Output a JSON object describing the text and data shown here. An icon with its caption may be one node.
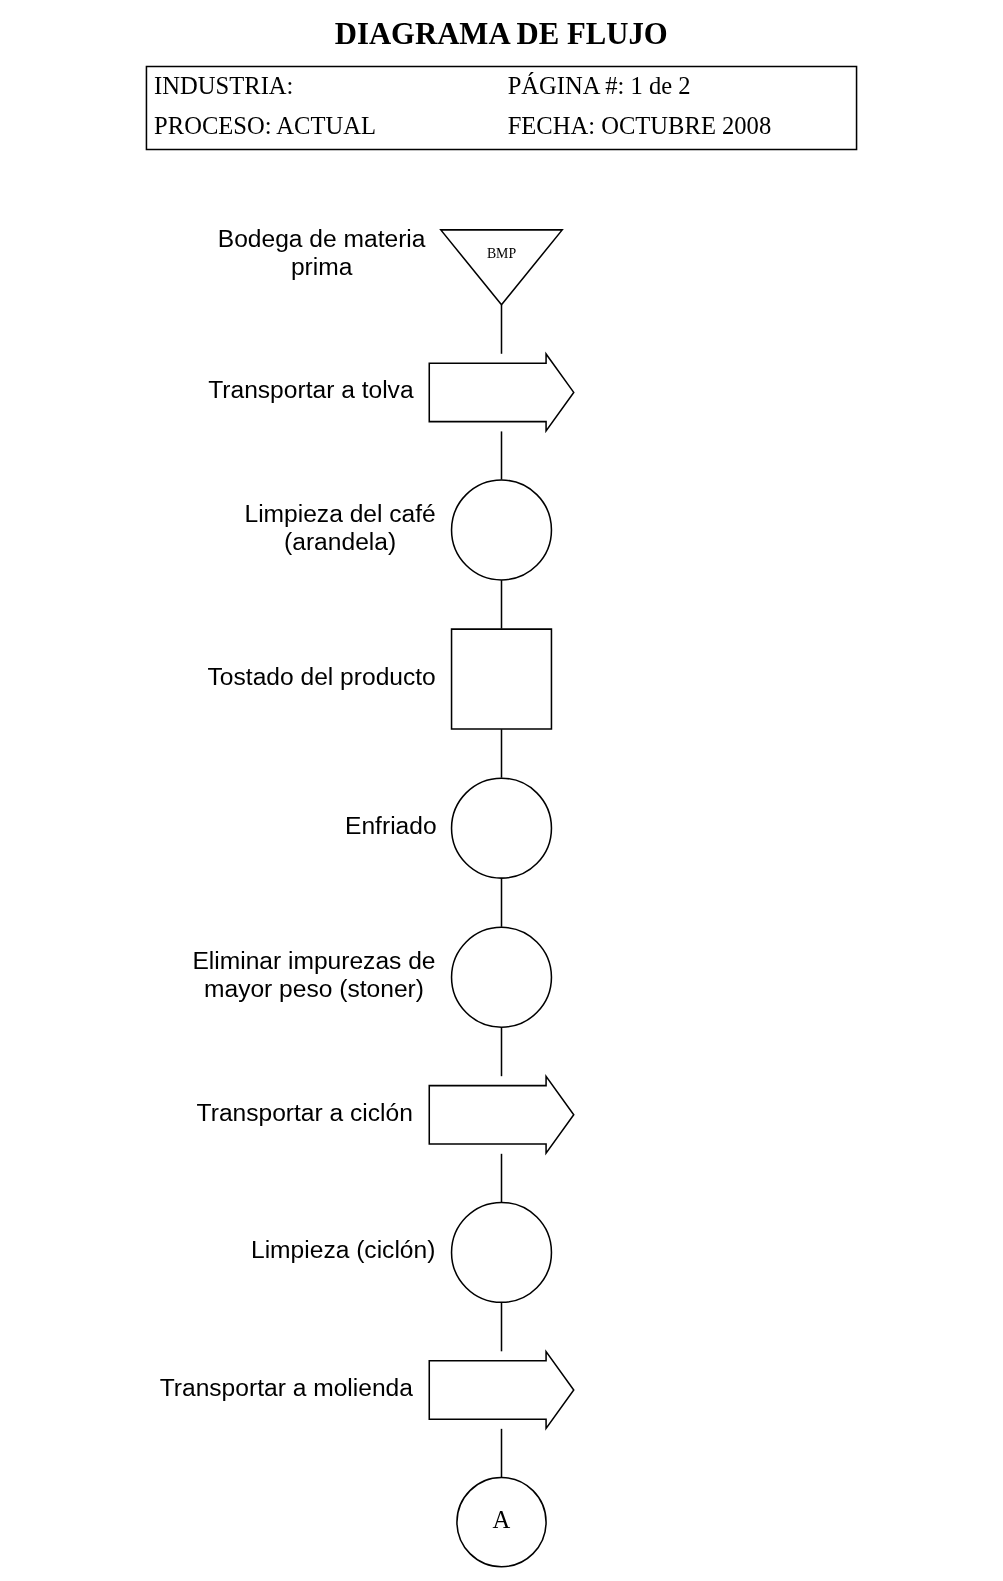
{
  "diagram": {
    "title": "DIAGRAMA DE FLUJO",
    "nodes": [
      {
        "text": [
          "BMP"
        ],
        "beside": [
          "Bodega de materia prima"
        ]
      },
      {
        "text": [],
        "shape": "arrow",
        "beside": [
          "Transportar a tolva"
        ]
      },
      {
        "text": [],
        "shape": "circle",
        "beside": [
          "Limpieza del café (arandela)"
        ]
      },
      {
        "text": [],
        "shape": "box",
        "beside": [
          "Tostado del producto"
        ]
      },
      {
        "text": [],
        "shape": "circle",
        "beside": [
          "Enfriado"
        ]
      },
      {
        "text": [],
        "shape": "circle",
        "beside": [
          "Eliminar impurezas de mayor peso (stoner)"
        ]
      },
      {
        "text": [],
        "shape": "arrow",
        "beside": [
          "Transportar a ciclón"
        ]
      },
      {
        "text": [],
        "shape": "circle",
        "beside": [
          "Limpieza (ciclón)"
        ]
      },
      {
        "text": [],
        "shape": "arrow",
        "beside": [
          "Transportar a molienda"
        ]
      },
      {
        "text": [
          "A"
        ]
      }
    ],
    "edges": [
      {
        "from": 0,
        "to": 1,
        "arrow": "none"
      },
      {
        "from": 1,
        "to": 2,
        "arrow": "none"
      },
      {
        "from": 2,
        "to": 3,
        "arrow": "none"
      },
      {
        "from": 3,
        "to": 4,
        "arrow": "none"
      },
      {
        "from": 4,
        "to": 5,
        "arrow": "none"
      },
      {
        "from": 5,
        "to": 6,
        "arrow": "none"
      },
      {
        "from": 6,
        "to": 7,
        "arrow": "none"
      },
      {
        "from": 7,
        "to": 8,
        "arrow": "none"
      },
      {
        "from": 8,
        "to": 9,
        "arrow": "none"
      }
    ],
    "labels": [
      "INDUSTRIA:",
      "PÁGINA #: 1 de 2",
      "PROCESO: ACTUAL",
      "FECHA: OCTUBRE 2008"
    ]
  }
}
